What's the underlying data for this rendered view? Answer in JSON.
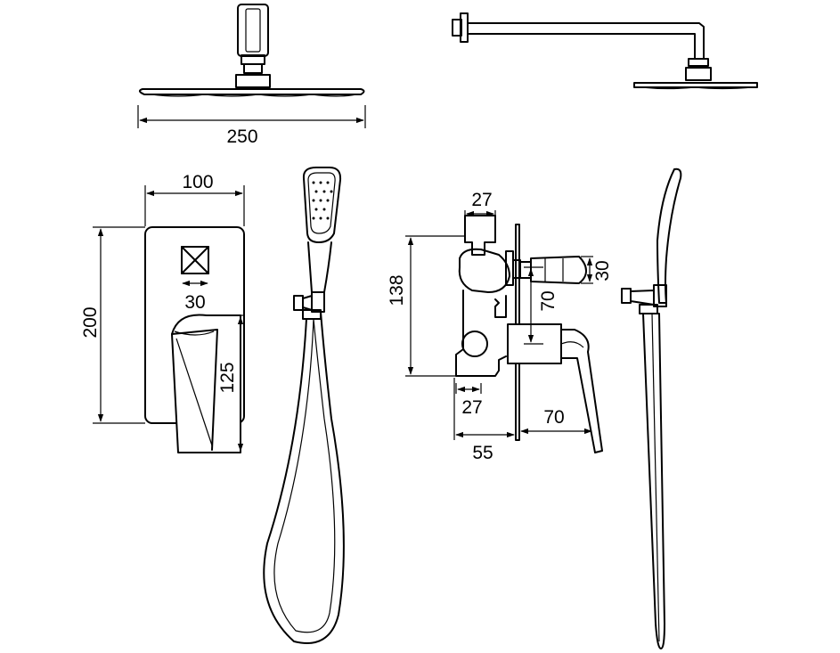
{
  "dimensions": {
    "shower_head_width": "250",
    "valve_plate_width": "100",
    "valve_plate_height": "200",
    "handle_square": "30",
    "handle_lever_height": "125",
    "valve_top_pipe": "27",
    "valve_body_height": "138",
    "valve_outlet_diameter": "30",
    "valve_outlet_offset": "70",
    "valve_bottom_pipe": "27",
    "valve_depth": "55",
    "lever_projection": "70"
  }
}
